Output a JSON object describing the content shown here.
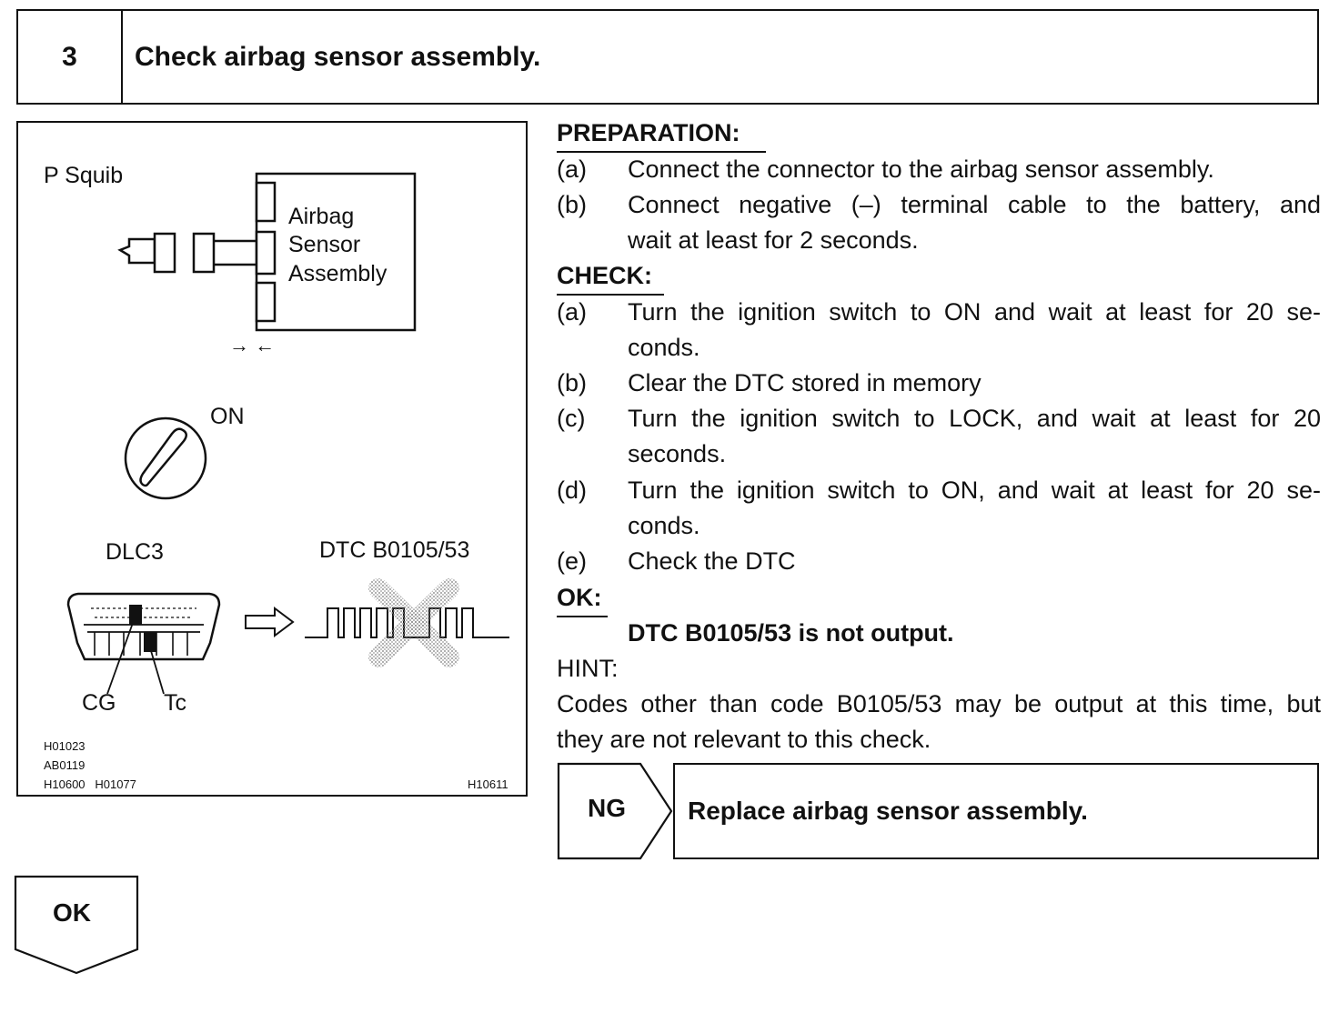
{
  "header": {
    "step_number": "3",
    "title": "Check airbag sensor assembly."
  },
  "figure": {
    "p_squib": "P Squib",
    "sensor_label": [
      "Airbag",
      "Sensor",
      "Assembly"
    ],
    "arrows": "→ ←",
    "on_label": "ON",
    "dlc3_label": "DLC3",
    "dtc_label": "DTC B0105/53",
    "cg_label": "CG",
    "tc_label": "Tc",
    "codes_left": [
      "H01023",
      "AB0119",
      "H10600   H01077"
    ],
    "code_right": "H10611"
  },
  "preparation": {
    "heading": "PREPARATION:",
    "items": [
      {
        "label": "(a)",
        "lines": [
          "Connect the connector to the airbag sensor assembly."
        ]
      },
      {
        "label": "(b)",
        "lines": [
          "Connect negative (–) terminal cable to the battery, and",
          "wait at least for 2 seconds."
        ]
      }
    ]
  },
  "check": {
    "heading": "CHECK:",
    "items": [
      {
        "label": "(a)",
        "lines": [
          "Turn the ignition switch to ON and wait at least for 20 se-",
          "conds."
        ]
      },
      {
        "label": "(b)",
        "lines": [
          "Clear the DTC stored in memory"
        ]
      },
      {
        "label": "(c)",
        "lines": [
          "Turn the ignition switch to LOCK, and wait at least for 20",
          "seconds."
        ]
      },
      {
        "label": "(d)",
        "lines": [
          "Turn the ignition switch to ON, and wait at least for 20 se-",
          "conds."
        ]
      },
      {
        "label": "(e)",
        "lines": [
          "Check the DTC"
        ]
      }
    ]
  },
  "ok_result": {
    "heading": "OK:",
    "text": "DTC B0105/53 is not output."
  },
  "hint": {
    "heading": "HINT:",
    "lines": [
      "Codes other than code B0105/53 may be output at this time, but",
      "they are not relevant to this check."
    ]
  },
  "ng": {
    "label": "NG",
    "action": "Replace airbag sensor assembly."
  },
  "ok_flow": {
    "label": "OK"
  }
}
